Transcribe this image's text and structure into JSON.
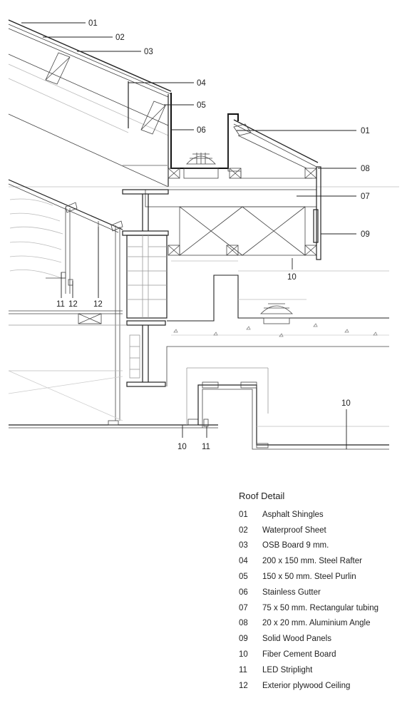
{
  "callouts": [
    "01",
    "02",
    "03",
    "04",
    "05",
    "06",
    "01",
    "08",
    "07",
    "09",
    "10",
    "11",
    "12",
    "12",
    "10",
    "11",
    "10"
  ],
  "legend": {
    "title": "Roof Detail",
    "items": [
      {
        "num": "01",
        "text": "Asphalt Shingles"
      },
      {
        "num": "02",
        "text": "Waterproof Sheet"
      },
      {
        "num": "03",
        "text": "OSB Board 9 mm."
      },
      {
        "num": "04",
        "text": "200 x 150 mm. Steel Rafter"
      },
      {
        "num": "05",
        "text": "150 x 50 mm. Steel Purlin"
      },
      {
        "num": "06",
        "text": "Stainless Gutter"
      },
      {
        "num": "07",
        "text": "75 x 50 mm. Rectangular tubing"
      },
      {
        "num": "08",
        "text": "20 x 20 mm. Aluminium Angle"
      },
      {
        "num": "09",
        "text": "Solid Wood Panels"
      },
      {
        "num": "10",
        "text": "Fiber Cement Board"
      },
      {
        "num": "11",
        "text": "LED Striplight"
      },
      {
        "num": "12",
        "text": "Exterior plywood Ceiling"
      }
    ]
  }
}
